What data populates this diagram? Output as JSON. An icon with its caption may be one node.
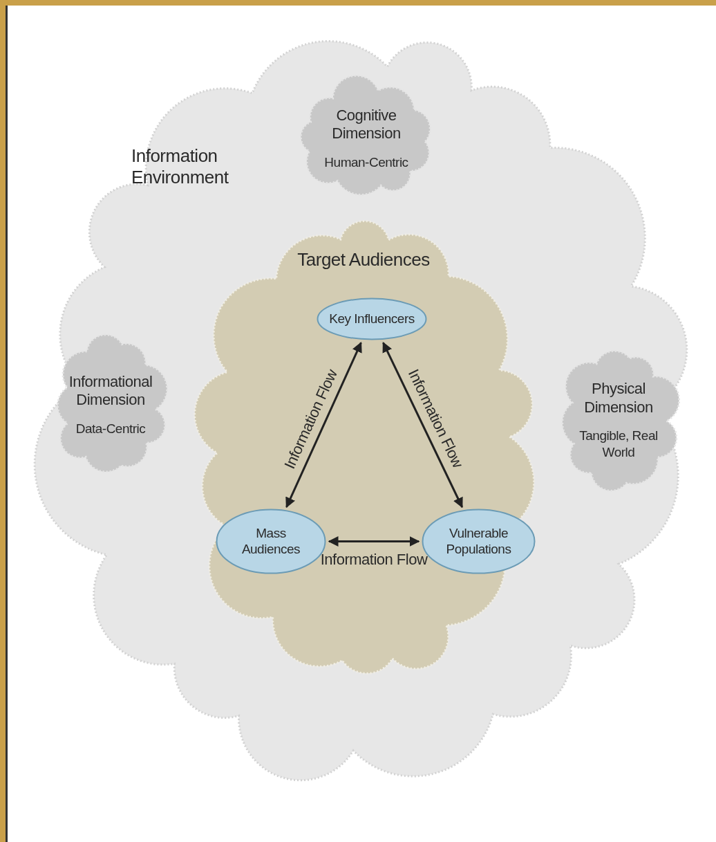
{
  "diagram": {
    "nodes": [
      {
        "text": [
          "Information Environment"
        ]
      },
      {
        "text": [
          "Cognitive Dimension",
          "Human-Centric"
        ],
        "in": 0
      },
      {
        "text": [
          "Informational Dimension",
          "Data-Centric"
        ],
        "in": 0
      },
      {
        "text": [
          "Physical Dimension",
          "Tangible, Real World"
        ],
        "in": 0
      },
      {
        "text": [
          "Target Audiences"
        ],
        "in": 0
      },
      {
        "text": [
          "Key Influencers"
        ],
        "in": 4
      },
      {
        "text": [
          "Mass Audiences"
        ],
        "in": 4
      },
      {
        "text": [
          "Vulnerable Populations"
        ],
        "in": 4
      }
    ],
    "edges": [
      {
        "from": 6,
        "to": 5,
        "arrow": "both",
        "label": "Information Flow"
      },
      {
        "from": 5,
        "to": 7,
        "arrow": "both",
        "label": "Information Flow"
      },
      {
        "from": 6,
        "to": 7,
        "arrow": "both",
        "label": "Information Flow"
      }
    ]
  }
}
